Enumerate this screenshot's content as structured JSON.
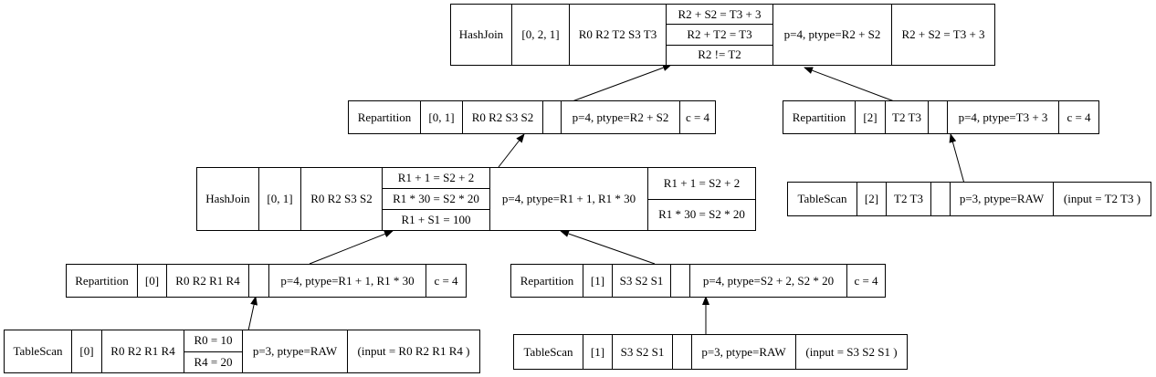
{
  "nodes": {
    "root_hashjoin": {
      "op": "HashJoin",
      "idx": "[0, 2, 1]",
      "cols": "R0 R2 T2 S3 T3",
      "preds": [
        "R2 + S2 = T3 + 3",
        "R2 + T2 = T3",
        "R2 != T2"
      ],
      "part": "p=4, ptype=R2 + S2",
      "extra": "R2 + S2 = T3 + 3"
    },
    "repart_left": {
      "op": "Repartition",
      "idx": "[0, 1]",
      "cols": "R0 R2 S3 S2",
      "empty": "",
      "part": "p=4, ptype=R2 + S2",
      "extra": "c = 4"
    },
    "repart_right": {
      "op": "Repartition",
      "idx": "[2]",
      "cols": "T2 T3",
      "empty": "",
      "part": "p=4, ptype=T3 + 3",
      "extra": "c = 4"
    },
    "scan_t": {
      "op": "TableScan",
      "idx": "[2]",
      "cols": "T2 T3",
      "empty": "",
      "part": "p=3, ptype=RAW",
      "extra": "(input = T2 T3 )"
    },
    "mid_hashjoin": {
      "op": "HashJoin",
      "idx": "[0, 1]",
      "cols": "R0 R2 S3 S2",
      "preds": [
        "R1 + 1 = S2 + 2",
        "R1 * 30 = S2 * 20",
        "R1 + S1 = 100"
      ],
      "part": "p=4, ptype=R1 + 1, R1 * 30",
      "extras": [
        "R1 + 1 = S2 + 2",
        "R1 * 30 = S2 * 20"
      ]
    },
    "repart_r": {
      "op": "Repartition",
      "idx": "[0]",
      "cols": "R0 R2 R1 R4",
      "empty": "",
      "part": "p=4, ptype=R1 + 1, R1 * 30",
      "extra": "c = 4"
    },
    "repart_s": {
      "op": "Repartition",
      "idx": "[1]",
      "cols": "S3 S2 S1",
      "empty": "",
      "part": "p=4, ptype=S2 + 2, S2 * 20",
      "extra": "c = 4"
    },
    "scan_r": {
      "op": "TableScan",
      "idx": "[0]",
      "cols": "R0 R2 R1 R4",
      "preds": [
        "R0 = 10",
        "R4 = 20"
      ],
      "part": "p=3, ptype=RAW",
      "extra": "(input = R0 R2 R1 R4 )"
    },
    "scan_s": {
      "op": "TableScan",
      "idx": "[1]",
      "cols": "S3 S2 S1",
      "empty": "",
      "part": "p=3, ptype=RAW",
      "extra": "(input = S3 S2 S1 )"
    }
  },
  "edges": [
    {
      "from": "repart_left",
      "to": "root_hashjoin"
    },
    {
      "from": "repart_right",
      "to": "root_hashjoin"
    },
    {
      "from": "scan_t",
      "to": "repart_right"
    },
    {
      "from": "mid_hashjoin",
      "to": "repart_left"
    },
    {
      "from": "repart_r",
      "to": "mid_hashjoin"
    },
    {
      "from": "repart_s",
      "to": "mid_hashjoin"
    },
    {
      "from": "scan_r",
      "to": "repart_r"
    },
    {
      "from": "scan_s",
      "to": "repart_s"
    }
  ]
}
